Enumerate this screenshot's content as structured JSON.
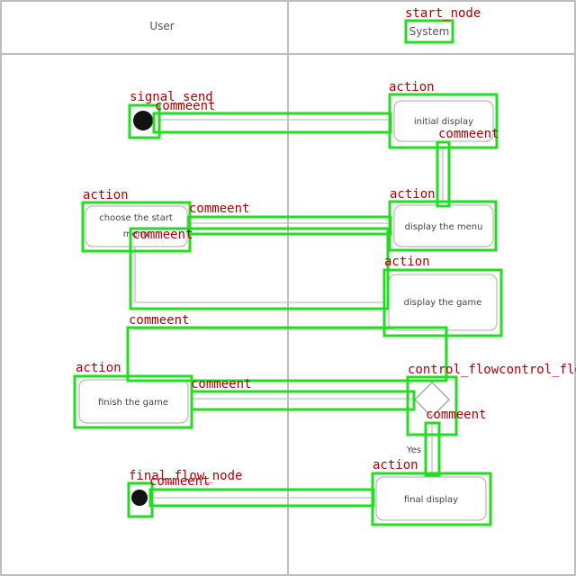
{
  "diagram": {
    "lanes": {
      "left": "User",
      "right": "System"
    },
    "nodes": {
      "initial_display": "initial display",
      "choose_start": "choose the start",
      "choose_start_cont": "menu",
      "display_menu": "display the menu",
      "display_game": "display the game",
      "finish_game": "finish the game",
      "final_display": "final display"
    },
    "guards": {
      "yes": "Yes"
    },
    "annotations": {
      "start_node": "start_node",
      "signal_send": "signal_send",
      "final_flow_node": "final_flow_node",
      "action": "action",
      "comment": "commeent",
      "control_flow": "control_flowcontrol_flow"
    },
    "colors": {
      "annotation_box": "#22dd22",
      "annotation_text": "#b00000",
      "lane_line": "#bdbdbd"
    }
  }
}
